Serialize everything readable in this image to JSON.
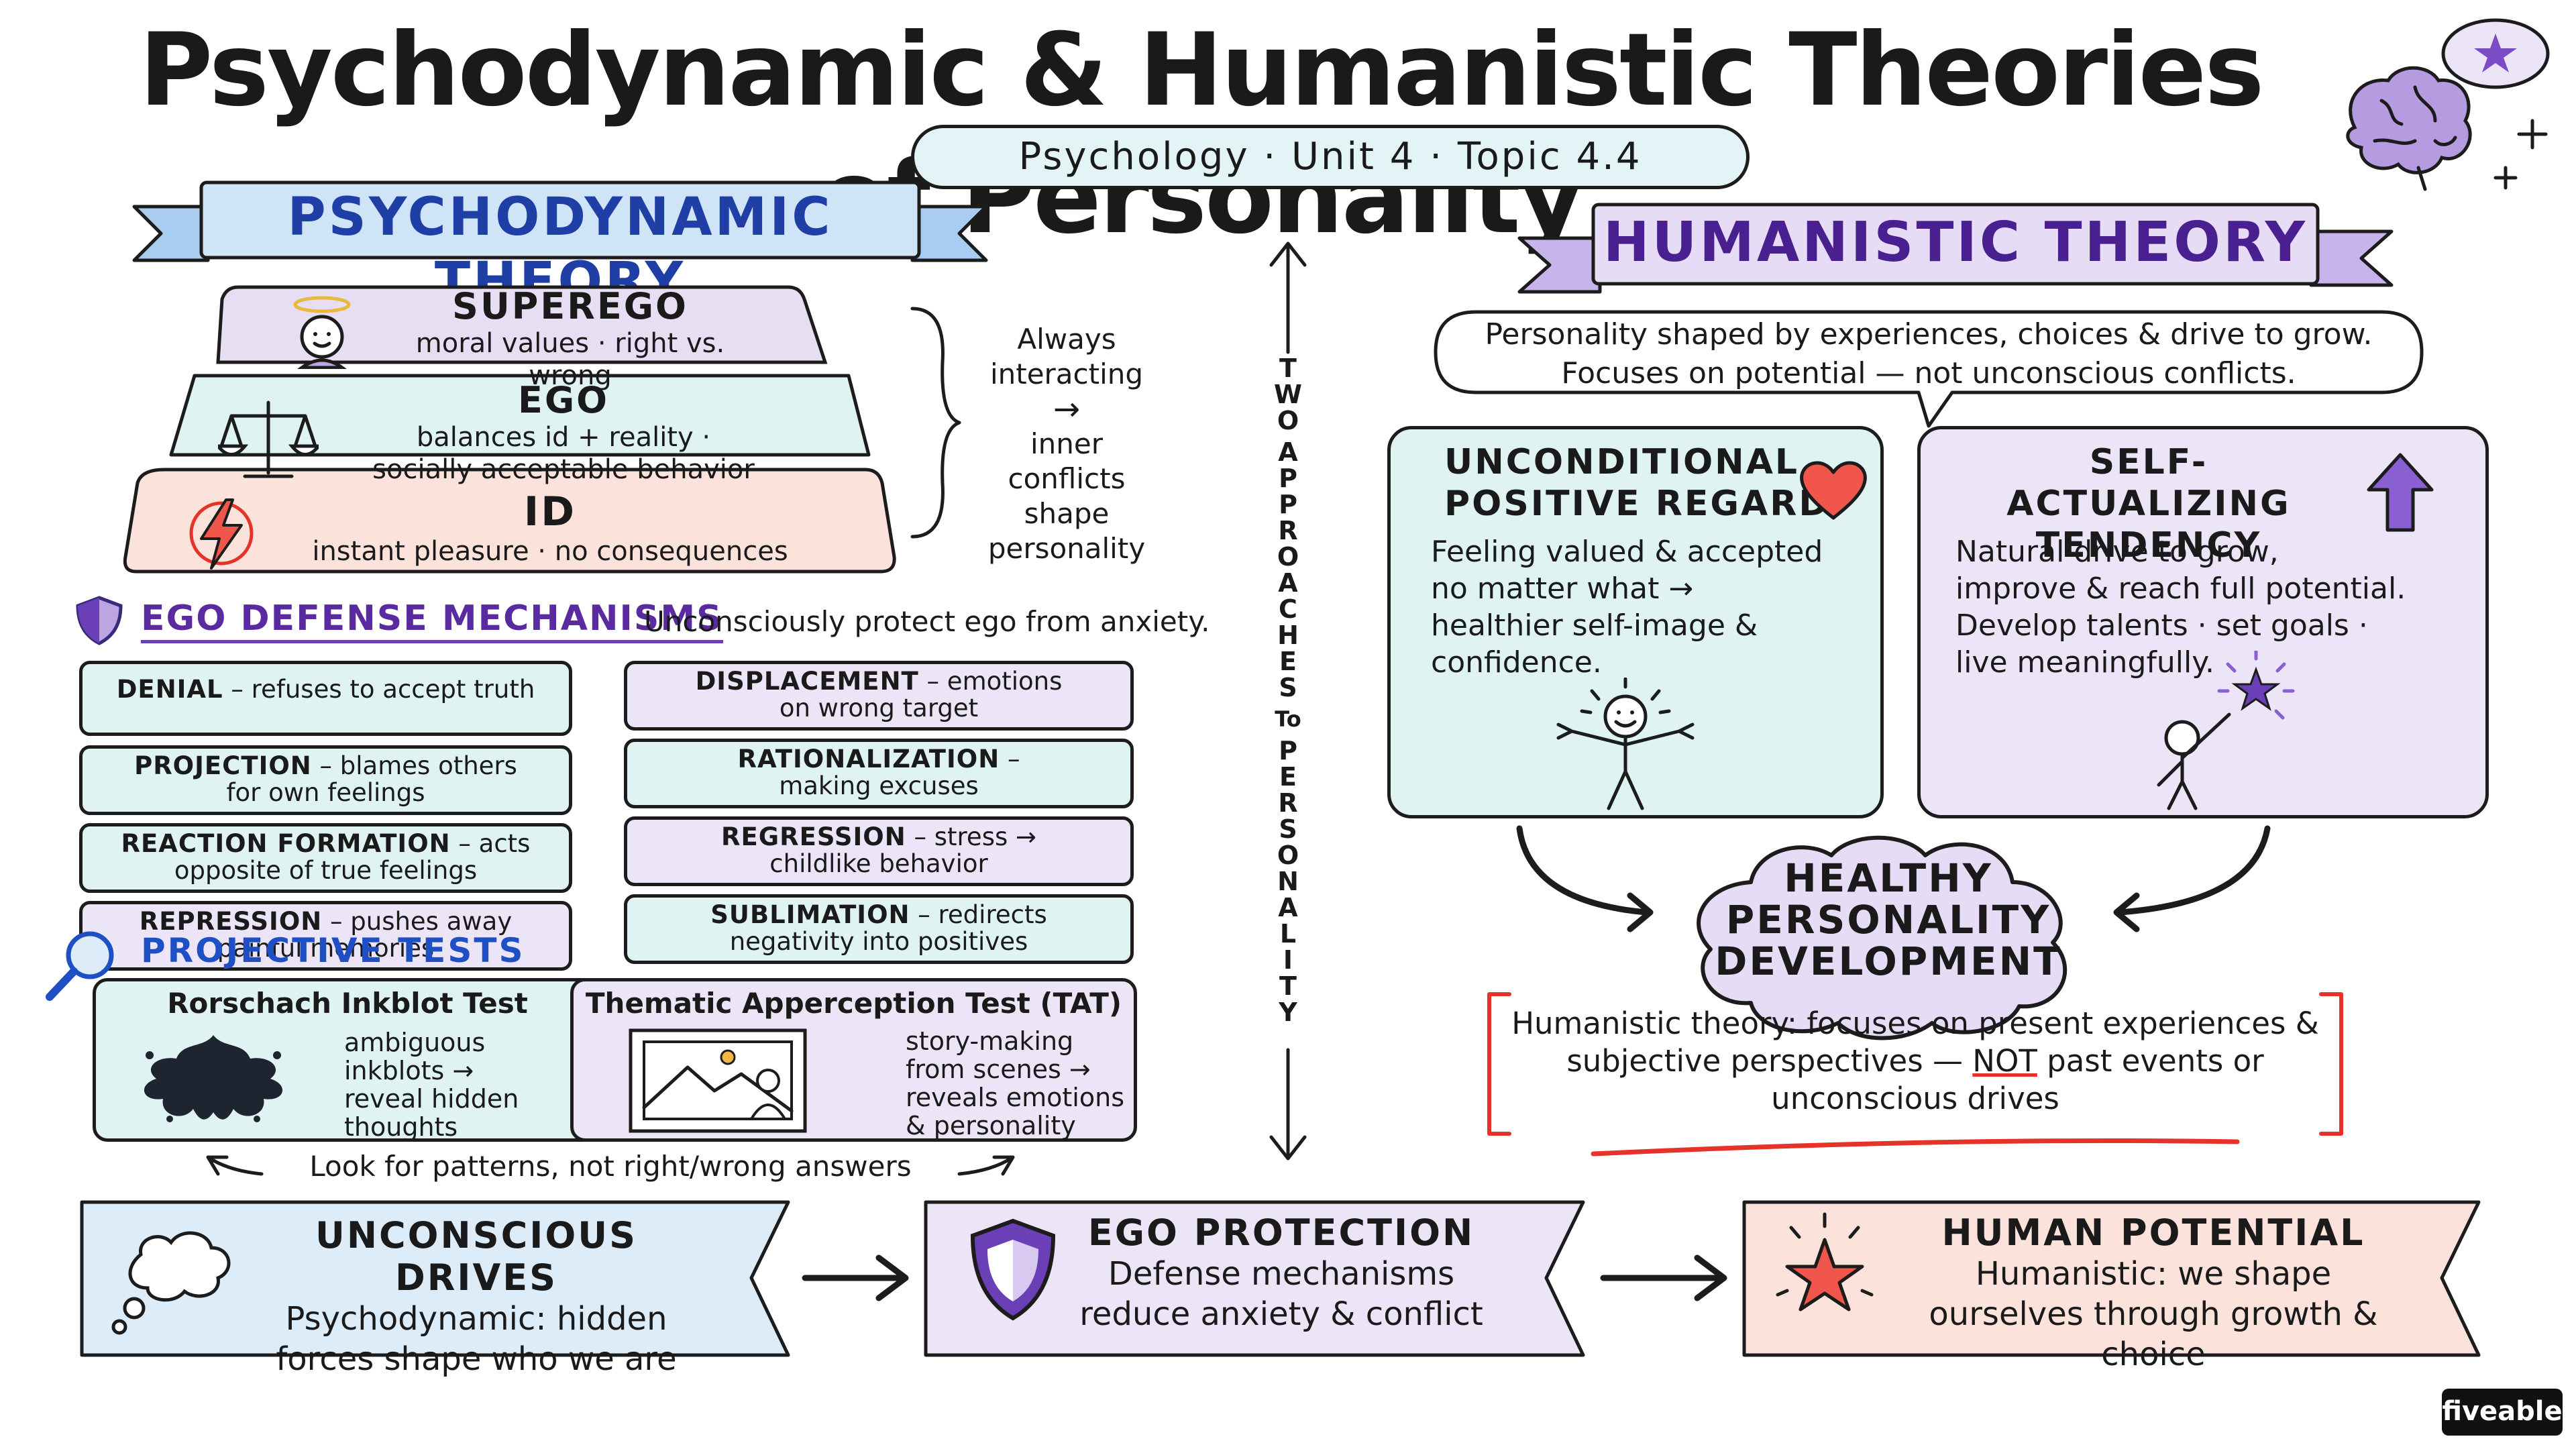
{
  "title": "Psychodynamic & Humanistic Theories of Personality",
  "subtitle": "Psychology · Unit 4 · Topic 4.4",
  "brand": "fiveable",
  "center_axis": {
    "label_letters": [
      "T",
      "W",
      "O",
      " ",
      "A",
      "P",
      "P",
      "R",
      "O",
      "A",
      "C",
      "H",
      "E",
      "S",
      " ",
      "To",
      " ",
      "P",
      "E",
      "R",
      "S",
      "O",
      "N",
      "A",
      "L",
      "I",
      "T",
      "Y"
    ],
    "label": "TWO APPROACHES TO PERSONALITY"
  },
  "psychodynamic": {
    "banner": "PSYCHODYNAMIC THEORY",
    "superego": {
      "title": "SUPEREGO",
      "desc": "moral values · right vs. wrong"
    },
    "ego": {
      "title": "EGO",
      "desc1": "balances id + reality ·",
      "desc2": "socially acceptable behavior"
    },
    "id": {
      "title": "ID",
      "desc": "instant pleasure · no consequences"
    },
    "side_note": {
      "line1": "Always",
      "line2": "interacting",
      "arrow": "→",
      "line3": "inner",
      "line4": "conflicts",
      "line5": "shape",
      "line6": "personality"
    },
    "defense": {
      "heading": "EGO DEFENSE MECHANISMS",
      "note": "Unconsciously protect ego from anxiety.",
      "left": [
        {
          "term": "DENIAL",
          "line1": " – refuses to accept truth",
          "line2": ""
        },
        {
          "term": "PROJECTION",
          "line1": " – blames others",
          "line2": "for own feelings"
        },
        {
          "term": "REACTION FORMATION",
          "line1": " – acts",
          "line2": "opposite of true feelings"
        },
        {
          "term": "REPRESSION",
          "line1": " – pushes away",
          "line2": "painful memories"
        }
      ],
      "right": [
        {
          "term": "DISPLACEMENT",
          "line1": " – emotions",
          "line2": "on wrong target"
        },
        {
          "term": "RATIONALIZATION",
          "line1": " –",
          "line2": "making excuses"
        },
        {
          "term": "REGRESSION",
          "line1": " – stress →",
          "line2": "childlike behavior"
        },
        {
          "term": "SUBLIMATION",
          "line1": " – redirects",
          "line2": "negativity into positives"
        }
      ]
    },
    "projective": {
      "heading": "PROJECTIVE TESTS",
      "rorschach": {
        "title": "Rorschach Inkblot Test",
        "lines": [
          "ambiguous",
          "inkblots →",
          "reveal hidden",
          "thoughts"
        ]
      },
      "tat": {
        "title": "Thematic Apperception Test (TAT)",
        "lines": [
          "story-making",
          "from scenes →",
          "reveals emotions",
          "& personality"
        ]
      },
      "footer": "Look for patterns, not right/wrong answers"
    }
  },
  "humanistic": {
    "banner": "HUMANISTIC THEORY",
    "intro1": "Personality shaped by experiences, choices & drive to grow.",
    "intro2": "Focuses on potential — not unconscious conflicts.",
    "upr": {
      "title1": "UNCONDITIONAL",
      "title2": "POSITIVE REGARD",
      "lines": [
        "Feeling valued & accepted",
        "no matter what →",
        "healthier self-image &",
        "confidence."
      ]
    },
    "sat": {
      "title1": "SELF-ACTUALIZING",
      "title2": "TENDENCY",
      "lines": [
        "Natural drive to grow,",
        "improve & reach full potential.",
        "Develop talents · set goals ·",
        "live meaningfully."
      ]
    },
    "healthy": {
      "line1": "HEALTHY",
      "line2": "PERSONALITY",
      "line3": "DEVELOPMENT"
    },
    "note": {
      "line1": "Humanistic theory: focuses on present experiences &",
      "line2a": "subjective perspectives — ",
      "line2b": "NOT",
      "line2c": " past events or",
      "line3": "unconscious drives"
    }
  },
  "bottom": [
    {
      "title": "UNCONSCIOUS DRIVES",
      "line1": "Psychodynamic: hidden",
      "line2": "forces shape who we are"
    },
    {
      "title": "EGO PROTECTION",
      "line1": "Defense mechanisms",
      "line2": "reduce anxiety & conflict"
    },
    {
      "title": "HUMAN POTENTIAL",
      "line1": "Humanistic: we shape",
      "line2": "ourselves through growth & choice"
    }
  ],
  "colors": {
    "mint": "#dff3f2",
    "lavender": "#ece5f7",
    "peach": "#fbe3dc",
    "blue": "#dcecf8",
    "purple_accent": "#6b3fb5",
    "blue_accent": "#1f4fc4",
    "red_accent": "#e5332a"
  },
  "icons": [
    "brain-icon",
    "thought-bubble-star-icon",
    "sparkle-icon",
    "halo-face-icon",
    "scales-icon",
    "lightning-icon",
    "shield-icon",
    "magnifier-icon",
    "inkblot-icon",
    "picture-frame-icon",
    "heart-icon",
    "up-arrow-icon",
    "happy-stick-figure-icon",
    "reaching-stick-figure-icon",
    "star-icon",
    "cloud-icon"
  ]
}
